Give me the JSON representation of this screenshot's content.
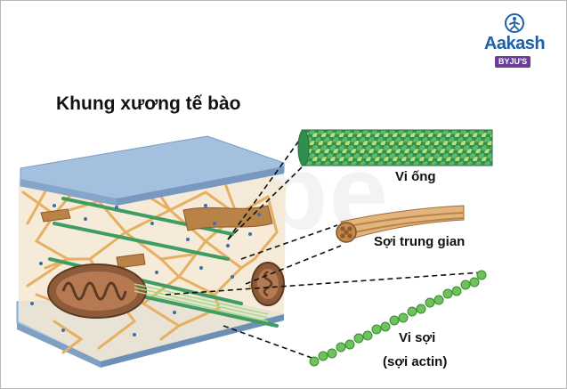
{
  "title": "Khung xương tế bào",
  "labels": {
    "microtubule": "Vi ống",
    "intermediate_filament": "Sợi trung gian",
    "microfilament": "Vi sợi",
    "microfilament_note": "(sợi actin)"
  },
  "logo": {
    "name": "Aakash",
    "sub": "BYJU'S",
    "icon": "runner-circle-icon"
  },
  "watermark": "ihope",
  "colors": {
    "membrane": "#9bbad9",
    "cytoskeleton_mesh": "#e8b46a",
    "mitochondria": "#8a5a3c",
    "microtubule": "#7cc26b",
    "intermediate_filament": "#d9a46a",
    "actin": "#6cc35a"
  }
}
